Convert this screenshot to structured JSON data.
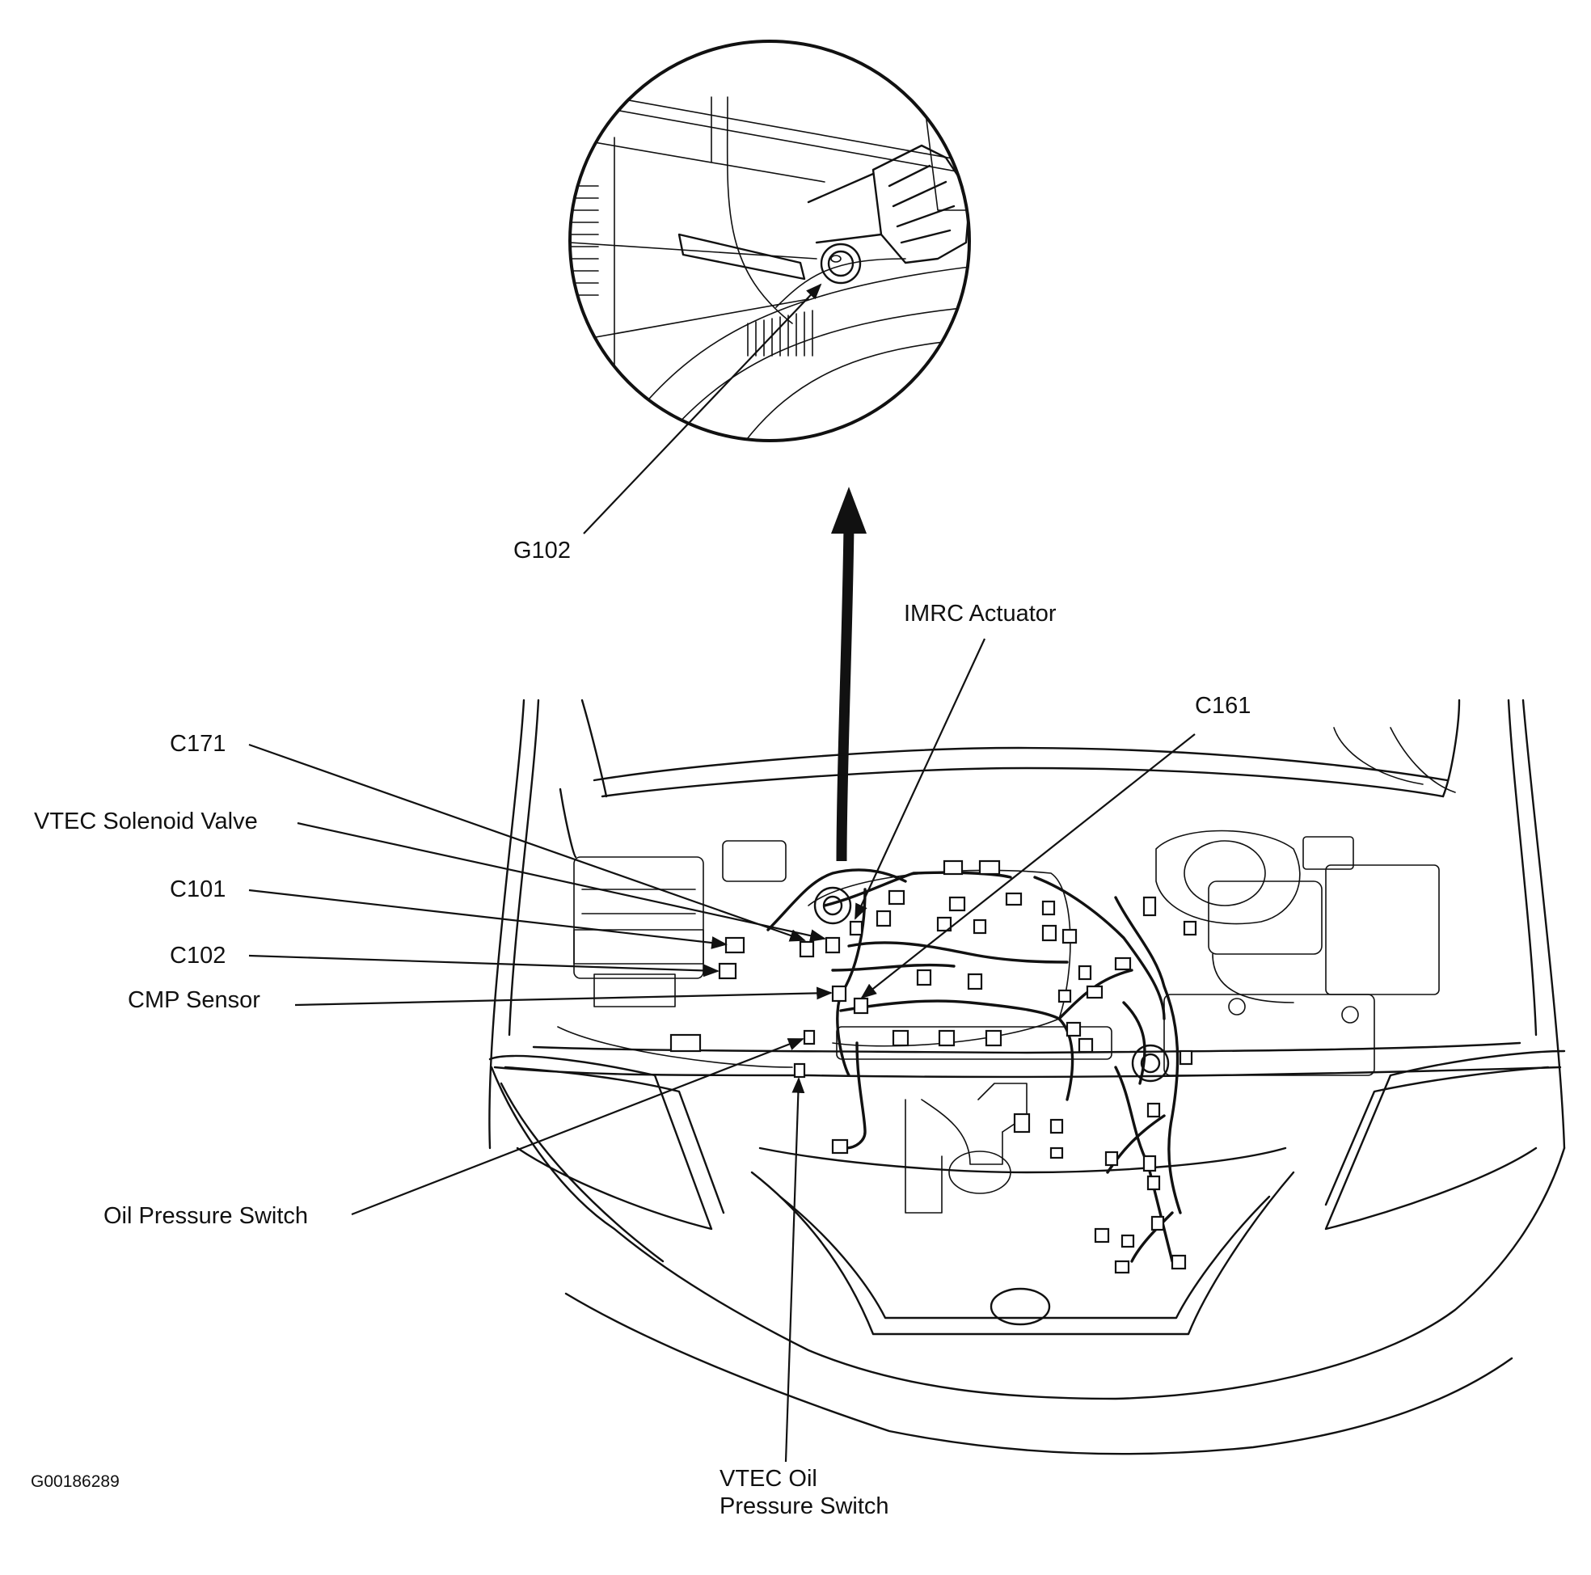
{
  "diagram": {
    "callouts": {
      "g102": "G102",
      "imrc_actuator": "IMRC Actuator",
      "c161": "C161",
      "c171": "C171",
      "vtec_solenoid_valve": "VTEC Solenoid Valve",
      "c101": "C101",
      "c102": "C102",
      "cmp_sensor": "CMP Sensor",
      "oil_pressure_switch": "Oil Pressure Switch",
      "vtec_oil_pressure_switch_line1": "VTEC Oil",
      "vtec_oil_pressure_switch_line2": "Pressure Switch"
    },
    "figure_id": "G00186289",
    "colors": {
      "ink": "#111111",
      "background": "#ffffff"
    }
  }
}
